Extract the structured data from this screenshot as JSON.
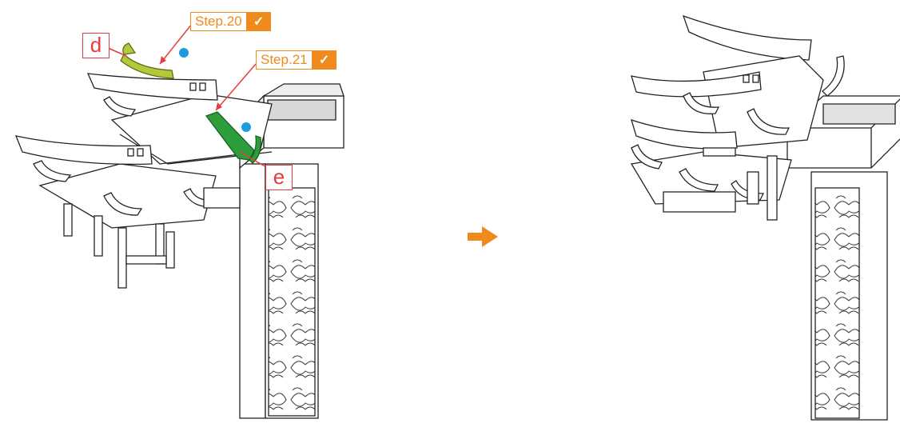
{
  "steps": [
    {
      "label": "Step.20",
      "status": "completed"
    },
    {
      "label": "Step.21",
      "status": "completed"
    }
  ],
  "parts": [
    {
      "label": "d",
      "color": "#b4c83a"
    },
    {
      "label": "e",
      "color": "#2e9e3a"
    }
  ],
  "icons": {
    "check": "checkmark-icon",
    "next": "right-arrow-icon"
  },
  "colors": {
    "accent": "#f08a1c",
    "part_label": "#e33d3f",
    "marker": "#1e9be0"
  }
}
